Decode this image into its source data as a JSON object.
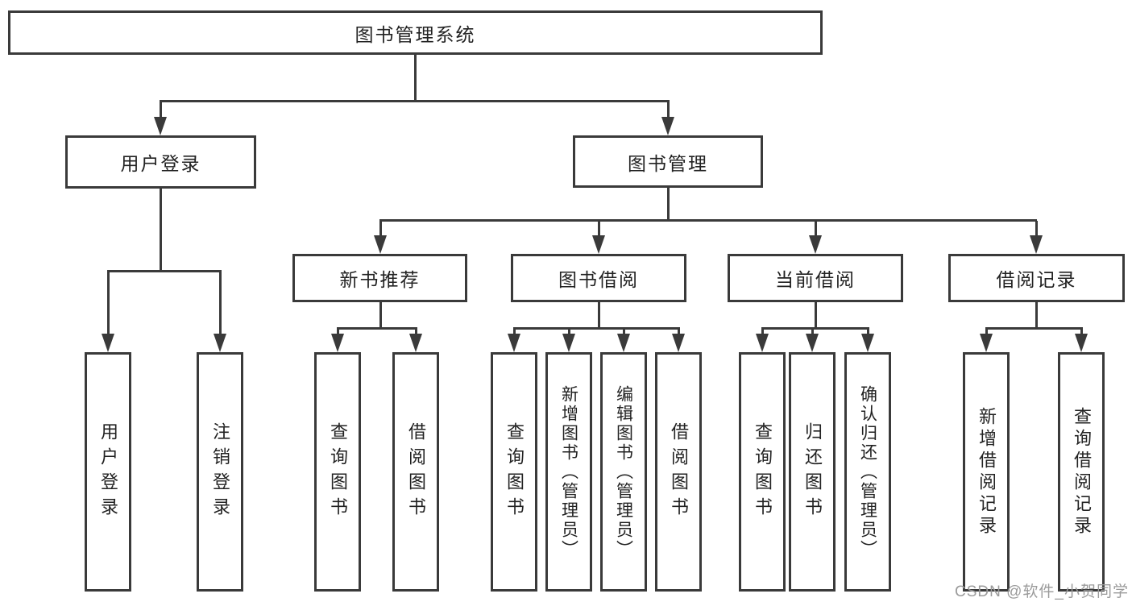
{
  "diagram": {
    "root": {
      "label": "图书管理系统"
    },
    "level2": {
      "user_login_group": {
        "label": "用户登录"
      },
      "book_management": {
        "label": "图书管理"
      }
    },
    "level3": {
      "new_book_recommend": {
        "label": "新书推荐"
      },
      "book_borrowing": {
        "label": "图书借阅"
      },
      "current_borrowing": {
        "label": "当前借阅"
      },
      "borrowing_records": {
        "label": "借阅记录"
      }
    },
    "leaves": {
      "user_login": "用户登录",
      "logout": "注销登录",
      "recommend_query_books": "查询图书",
      "recommend_borrow_books": "借阅图书",
      "borrowing_query_books": "查询图书",
      "borrowing_add_books_admin": "新增图书（管理员）",
      "borrowing_edit_books_admin": "编辑图书（管理员）",
      "borrowing_borrow_books": "借阅图书",
      "current_query_books": "查询图书",
      "current_return_books": "归还图书",
      "current_confirm_return_admin": "确认归还（管理员）",
      "records_add_borrow_record": "新增借阅记录",
      "records_query_borrow_record": "查询借阅记录"
    }
  },
  "watermark": "CSDN @软件_小贺同学",
  "colors": {
    "line": "#3a3a3a",
    "text": "#222222",
    "watermark": "#9b9b9b",
    "background": "#ffffff"
  }
}
